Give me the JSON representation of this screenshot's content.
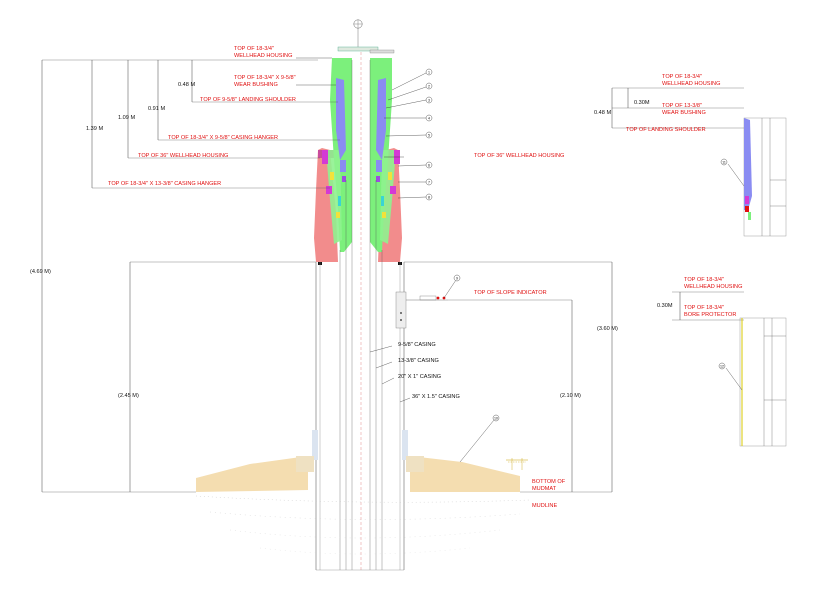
{
  "main_view": {
    "labels": {
      "top_1834_wellhead_housing": [
        "TOP OF 18-3/4\"",
        "WELLHEAD HOUSING"
      ],
      "top_1834_958_wear_bushing": [
        "TOP OF 18-3/4\" X 9-5/8\"",
        "WEAR BUSHING"
      ],
      "top_958_landing_shoulder": "TOP OF 9-5/8\" LANDING SHOULDER",
      "top_1834_958_casing_hanger": "TOP OF 18-3/4\" X 9-5/8\" CASING HANGER",
      "top_36_wellhead_housing_left": "TOP OF 36\" WELLHEAD HOUSING",
      "top_1834_1338_casing_hanger": "TOP OF 18-3/4\" X 13-3/8\" CASING HANGER",
      "top_36_wellhead_housing_right": "TOP OF 36\" WELLHEAD HOUSING",
      "top_slope_indicator": "TOP OF SLOPE INDICATOR",
      "casing_958": "9-5/8\" CASING",
      "casing_1338": "13-3/8\" CASING",
      "casing_20x1": "20\" X 1\" CASING",
      "casing_36x15": "36\" X 1.5\" CASING",
      "bottom_of_mudmat": [
        "BOTTOM OF",
        "MUDMAT"
      ],
      "mudline": "MUDLINE"
    },
    "dimensions": {
      "d_048": "0.48 M",
      "d_091": "0.91 M",
      "d_109": "1.09 M",
      "d_139": "1.39 M",
      "d_469": "(4.69 M)",
      "d_245": "(2.45 M)",
      "d_360": "(3.60 M)",
      "d_210": "(2.10 M)"
    },
    "callouts": [
      "1",
      "2",
      "3",
      "4",
      "5",
      "6",
      "7",
      "8",
      "9",
      "10"
    ]
  },
  "detail_wear_bushing": {
    "labels": {
      "top_1834_wellhead_housing": [
        "TOP OF 18-3/4\"",
        "WELLHEAD HOUSING"
      ],
      "top_1338_wear_bushing": [
        "TOP OF 13-3/8\"",
        "WEAR BUSHING"
      ],
      "top_landing_shoulder": "TOP OF LANDING SHOULDER"
    },
    "dimensions": {
      "d_030": "0.30M",
      "d_048": "0.48 M"
    },
    "callout": "11"
  },
  "detail_bore_protector": {
    "labels": {
      "top_1834_wellhead_housing": [
        "TOP OF 18-3/4\"",
        "WELLHEAD HOUSING"
      ],
      "top_1834_bore_protector": [
        "TOP OF 18-3/4\"",
        "BORE PROTECTOR"
      ]
    },
    "dimensions": {
      "d_030": "0.30M"
    },
    "callout": "12"
  },
  "colors": {
    "label_red": "#e01010",
    "housing_green": "#7cf07c",
    "seal_blue": "#8a8cf2",
    "conductor_pink": "#f28c8c",
    "mudmat_tan": "#f4ddb0",
    "hanger_magenta": "#d43ad4",
    "ring_yellow": "#f2e23a"
  }
}
